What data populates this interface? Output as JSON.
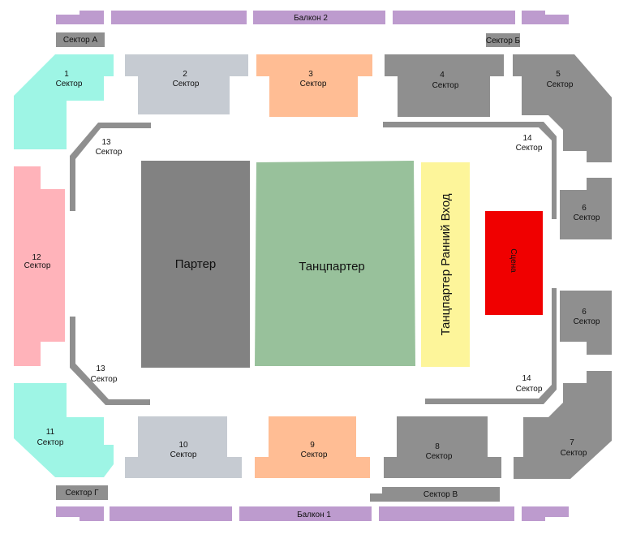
{
  "balconies": {
    "top": "Балкон 2",
    "bottom": "Балкон 1"
  },
  "sectors": {
    "s1": {
      "num": "1",
      "label": "Сектор"
    },
    "s2": {
      "num": "2",
      "label": "Сектор"
    },
    "s3": {
      "num": "3",
      "label": "Сектор"
    },
    "s4": {
      "num": "4",
      "label": "Сектор"
    },
    "s5": {
      "num": "5",
      "label": "Сектор"
    },
    "s6a": {
      "num": "6",
      "label": "Сектор"
    },
    "s6b": {
      "num": "6",
      "label": "Сектор"
    },
    "s7": {
      "num": "7",
      "label": "Сектор"
    },
    "s8": {
      "num": "8",
      "label": "Сектор"
    },
    "s9": {
      "num": "9",
      "label": "Сектор"
    },
    "s10": {
      "num": "10",
      "label": "Сектор"
    },
    "s11": {
      "num": "11",
      "label": "Сектор"
    },
    "s12": {
      "num": "12",
      "label": "Сектор"
    },
    "s13a": {
      "num": "13",
      "label": "Сектор"
    },
    "s13b": {
      "num": "13",
      "label": "Сектор"
    },
    "s14a": {
      "num": "14",
      "label": "Сектор"
    },
    "s14b": {
      "num": "14",
      "label": "Сектор"
    }
  },
  "letter_sectors": {
    "a": "Сектор А",
    "b": "Сектор Б",
    "v": "Сектор В",
    "g": "Сектор Г"
  },
  "floor": {
    "parter": "Партер",
    "dancefloor": "Танцпартер",
    "early_entry": "Танцпартер Ранний Вход",
    "stage": "Сцена"
  },
  "colors": {
    "balcony": "#bd9bce",
    "gray": "#8f8f8f",
    "mint": "#9ef5e5",
    "pink": "#ffb3ba",
    "light_blue": "#c6cbd2",
    "peach": "#ffbd94",
    "parter": "#828282",
    "dancefloor": "#98c19b",
    "early_entry": "#fdf59a",
    "stage": "#f00000"
  }
}
